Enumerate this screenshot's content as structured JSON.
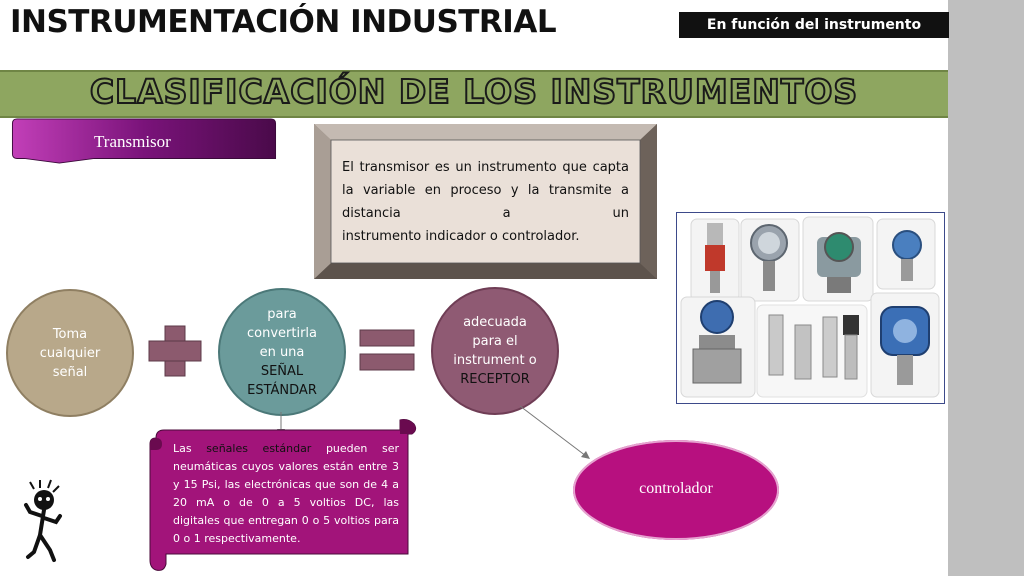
{
  "header": {
    "title": "INSTRUMENTACIÓN INDUSTRIAL",
    "tag": "En función del instrumento"
  },
  "banner": {
    "title": "CLASIFICACIÓN DE LOS INSTRUMENTOS"
  },
  "tab": {
    "label": "Transmisor"
  },
  "definition": {
    "line1": "El transmisor es un instrumento que capta la variable en proceso y la transmite a distancia a un",
    "line2": "instrumento indicador o controlador."
  },
  "equation": {
    "left": "Toma cualquier señal",
    "middle_pre": "para convertirla en una",
    "middle_strong": "SEÑAL ESTÁNDAR",
    "right_pre": "adecuada para el instrument o",
    "right_strong": "RECEPTOR"
  },
  "note": {
    "pre": "Las",
    "highlight": "señales estándar",
    "post": "pueden ser neumáticas cuyos valores están entre 3 y 15 Psi, las electrónicas que son de 4 a 20 mA o de 0 a 5 voltios DC, las digitales que entregan 0 o 5 voltios para 0 o 1 respectivamente."
  },
  "receiver": {
    "label": "controlador"
  },
  "colors": {
    "banner": "#8ea660",
    "tab": "#7a137a",
    "circle_left": "#b8a88a",
    "circle_middle": "#6b9b9b",
    "circle_right": "#8f5a73",
    "scroll": "#a2147a",
    "ellipse": "#b7107f",
    "operator": "#8c5a6e"
  },
  "icons": [
    "plus-icon",
    "equals-icon",
    "arrow-down-icon",
    "arrow-diagonal-icon",
    "stick-figure-icon"
  ]
}
